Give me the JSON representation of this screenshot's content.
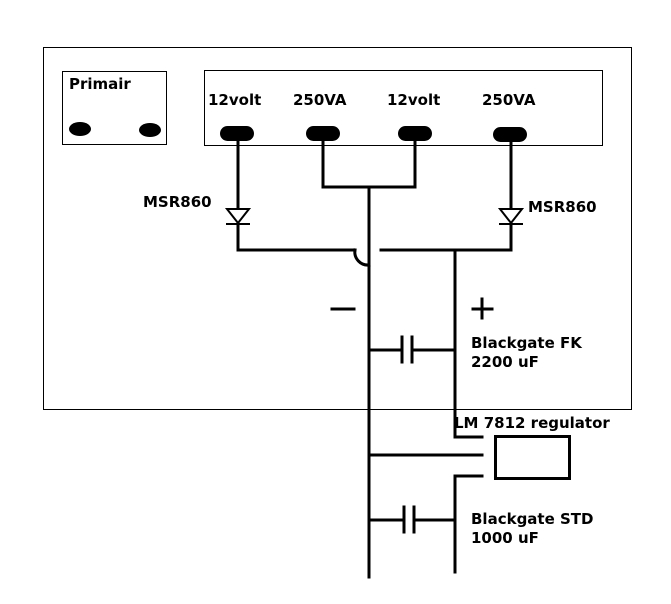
{
  "primary_box": {
    "label": "Primair"
  },
  "secondary_terminals": [
    {
      "label": "12volt"
    },
    {
      "label": "250VA"
    },
    {
      "label": "12volt"
    },
    {
      "label": "250VA"
    }
  ],
  "diodes": [
    {
      "label": "MSR860"
    },
    {
      "label": "MSR860"
    }
  ],
  "polarity": {
    "minus": "–",
    "plus": "+"
  },
  "capacitor_1": {
    "name": "Blackgate FK",
    "value": "2200 uF"
  },
  "regulator": {
    "label": "LM 7812 regulator"
  },
  "capacitor_2": {
    "name": "Blackgate STD",
    "value": "1000 uF"
  }
}
